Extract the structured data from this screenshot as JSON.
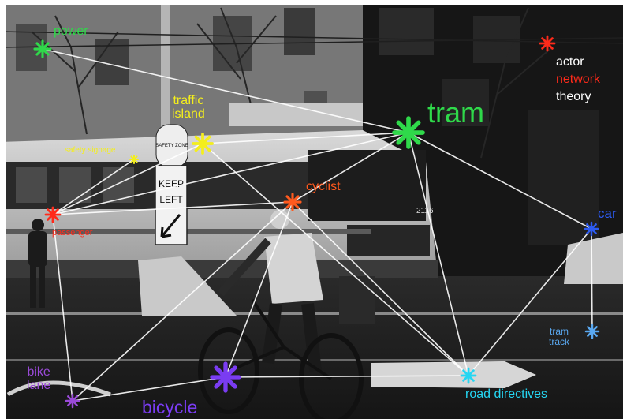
{
  "colors": {
    "green": "#2fd94a",
    "yellow": "#f4ee1c",
    "red": "#ff2a1a",
    "orange": "#ff5a1e",
    "blue": "#2d5bf0",
    "light_blue": "#5aa8f0",
    "cyan": "#25d6f2",
    "purple": "#7a3cf2",
    "violet": "#9a4ad8",
    "line": "#ffffff",
    "legend_text": "#ffffff"
  },
  "legend": {
    "line1": "actor",
    "line2": "network",
    "line3": "theory",
    "line2_color": "#ff2a1a"
  },
  "labels": {
    "power": "power",
    "traffic_island": "traffic\nisland",
    "safety_signage": "safety signage",
    "tram": "tram",
    "cyclist": "cyclist",
    "passenger": "passenger",
    "car": "car",
    "tram_track": "tram\ntrack",
    "bike_lane": "bike\nlane",
    "bicycle": "bicycle",
    "road_directives": "road directives"
  },
  "sign": {
    "top": "SAFETY ZONE",
    "line1": "KEEP",
    "line2": "LEFT"
  },
  "tram_number": "2116",
  "nodes": [
    {
      "id": "power",
      "color": "#2fd94a"
    },
    {
      "id": "traffic_island",
      "color": "#f4ee1c"
    },
    {
      "id": "safety_signage",
      "color": "#f4ee1c"
    },
    {
      "id": "tram",
      "color": "#2fd94a"
    },
    {
      "id": "cyclist",
      "color": "#ff5a1e"
    },
    {
      "id": "passenger",
      "color": "#ff2a1a"
    },
    {
      "id": "car",
      "color": "#2d5bf0"
    },
    {
      "id": "tram_track",
      "color": "#5aa8f0"
    },
    {
      "id": "road_directives",
      "color": "#25d6f2"
    },
    {
      "id": "bicycle",
      "color": "#7a3cf2"
    },
    {
      "id": "bike_lane",
      "color": "#9a4ad8"
    },
    {
      "id": "legend_star",
      "color": "#ff2a1a"
    }
  ],
  "links": [
    [
      "power",
      "tram"
    ],
    [
      "tram",
      "traffic_island"
    ],
    [
      "tram",
      "passenger"
    ],
    [
      "tram",
      "cyclist"
    ],
    [
      "tram",
      "car"
    ],
    [
      "tram",
      "road_directives"
    ],
    [
      "traffic_island",
      "passenger"
    ],
    [
      "traffic_island",
      "road_directives"
    ],
    [
      "safety_signage",
      "passenger"
    ],
    [
      "cyclist",
      "passenger"
    ],
    [
      "cyclist",
      "bicycle"
    ],
    [
      "cyclist",
      "bike_lane"
    ],
    [
      "cyclist",
      "road_directives"
    ],
    [
      "car",
      "road_directives"
    ],
    [
      "car",
      "tram_track"
    ],
    [
      "bicycle",
      "road_directives"
    ],
    [
      "bicycle",
      "bike_lane"
    ],
    [
      "passenger",
      "bike_lane"
    ]
  ]
}
